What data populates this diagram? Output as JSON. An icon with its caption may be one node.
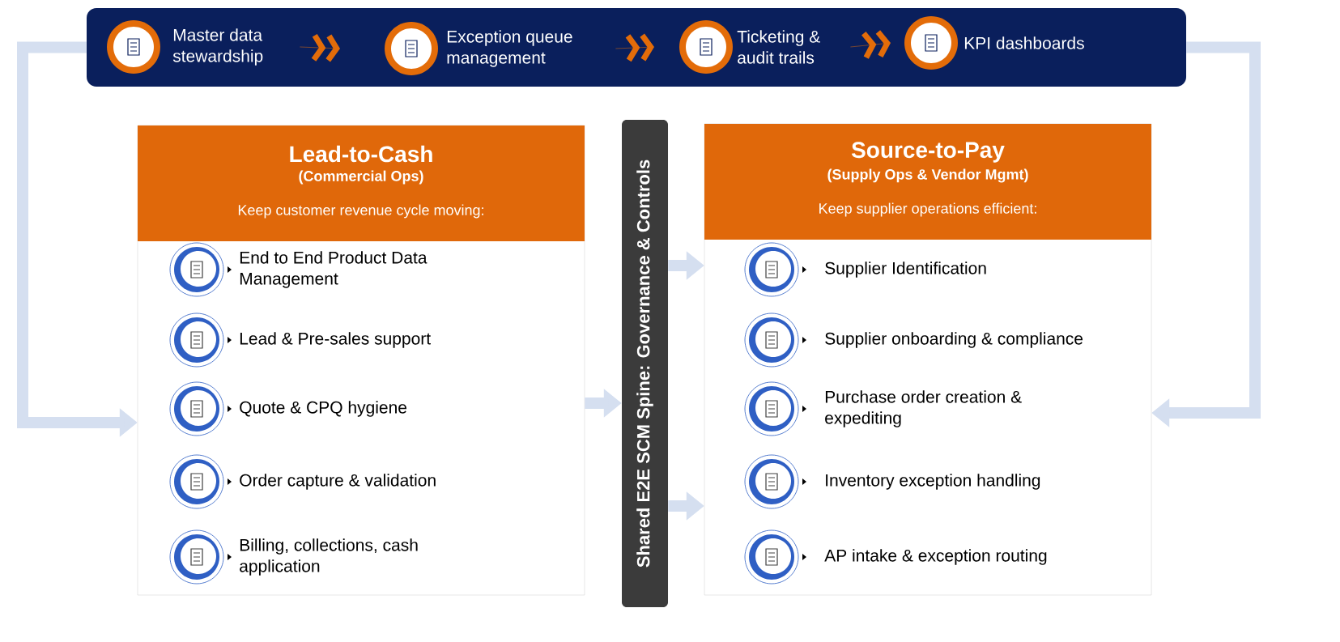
{
  "diagram": {
    "nodes": [
      {
        "text": [],
        "shape": "box"
      },
      {
        "text": [
          "Master data stewardship"
        ],
        "in": 0
      },
      {
        "text": [
          "Exception queue management"
        ],
        "in": 0
      },
      {
        "text": [
          "Ticketing & audit trails"
        ],
        "in": 0
      },
      {
        "text": [
          "KPI dashboards"
        ],
        "in": 0
      },
      {
        "text": [
          "Lead-to-Cash",
          "(Commercial Ops)",
          "Keep customer revenue cycle moving:"
        ]
      },
      {
        "text": [
          "End to End Product Data Management"
        ],
        "in": 5
      },
      {
        "text": [
          "Lead & Pre-sales support"
        ],
        "in": 5
      },
      {
        "text": [
          "Quote & CPQ hygiene"
        ],
        "in": 5
      },
      {
        "text": [
          "Order capture & validation"
        ],
        "in": 5
      },
      {
        "text": [
          "Billing, collections, cash application"
        ],
        "in": 5
      },
      {
        "text": [
          "Shared E2E SCM Spine: Governance & Controls"
        ]
      },
      {
        "text": [
          "Source-to-Pay",
          "(Supply Ops & Vendor Mgmt)",
          "Keep supplier operations efficient:"
        ]
      },
      {
        "text": [
          "Supplier Identification"
        ],
        "in": 12
      },
      {
        "text": [
          "Supplier onboarding & compliance"
        ],
        "in": 12
      },
      {
        "text": [
          "Purchase order creation & expediting"
        ],
        "in": 12
      },
      {
        "text": [
          "Inventory exception handling"
        ],
        "in": 12
      },
      {
        "text": [
          "AP intake & exception routing"
        ],
        "in": 12
      }
    ],
    "edges": [
      {
        "from": 1,
        "to": 2,
        "arrow": "to",
        "color": "#e36c09"
      },
      {
        "from": 2,
        "to": 3,
        "arrow": "to",
        "color": "#e36c09"
      },
      {
        "from": 3,
        "to": 4,
        "arrow": "to",
        "color": "#e36c09"
      },
      {
        "from": 0,
        "to": 5,
        "arrow": "to"
      },
      {
        "from": 0,
        "to": 12,
        "arrow": "to"
      },
      {
        "from": 5,
        "to": 11,
        "arrow": "to"
      },
      {
        "from": 11,
        "to": 12,
        "arrow": "to"
      },
      {
        "from": 11,
        "to": 12,
        "arrow": "to"
      }
    ]
  }
}
